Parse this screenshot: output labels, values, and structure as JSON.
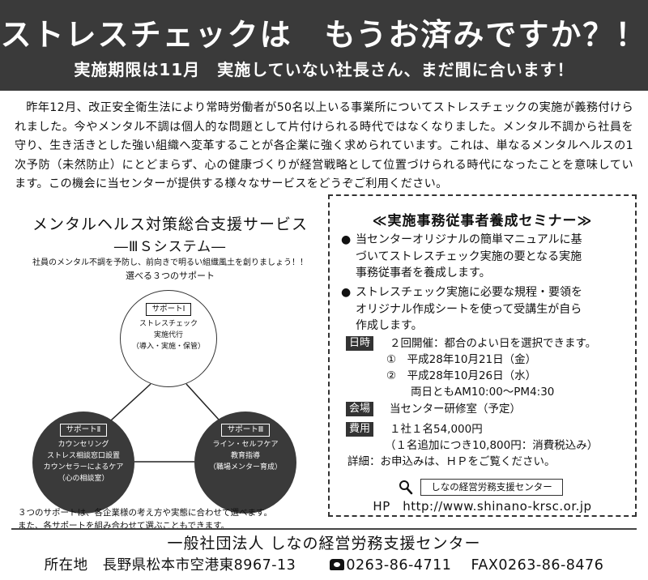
{
  "banner": {
    "headline": "ストレスチェックは　もうお済みですか？！",
    "subhead": "実施期限は11月　実施していない社長さん、まだ間に合います！"
  },
  "intro": "昨年12月、改正安全衛生法により常時労働者が50名以上いる事業所についてストレスチェックの実施が義務付けられました。今やメンタル不調は個人的な問題として片付けられる時代ではなくなりました。メンタル不調から社員を守り、生き活きとした強い組織へ変革することが各企業に強く求められています。これは、単なるメンタルヘルスの1次予防（未然防止）にとどまらず、心の健康づくりが経営戦略として位置づけられる時代になったことを意味しています。この機会に当センターが提供する様々なサービスをどうぞご利用ください。",
  "services": {
    "title": "メンタルヘルス対策総合支援サービス",
    "subtitle": "―ⅢＳシステム―",
    "tagline": "社員のメンタル不調を予防し、前向きで明るい組織風土を創りましょう！！",
    "choose": "選べる３つのサポート",
    "supports": [
      {
        "tag": "サポートⅠ",
        "lines": [
          "ストレスチェック",
          "実施代行",
          "（導入・実施・保管）"
        ]
      },
      {
        "tag": "サポートⅡ",
        "lines": [
          "カウンセリング",
          "ストレス相談窓口設置",
          "カウンセラーによるケア",
          "（心の相談室）"
        ]
      },
      {
        "tag": "サポートⅢ",
        "lines": [
          "ライン・セルフケア",
          "教育指導",
          "（職場メンター育成）"
        ]
      }
    ],
    "note": [
      "３つのサポートは、各企業様の考え方や実態に合わせて選べます。",
      "また、各サポートを組み合わせて選ぶこともできます。"
    ]
  },
  "seminar": {
    "title": "≪実施事務従事者養成セミナー≫",
    "bullet_mark": "●",
    "bullets": [
      [
        "当センターオリジナルの簡単マニュアルに基",
        "づいてストレスチェック実施の要となる実施",
        "事務従事者を養成します。"
      ],
      [
        "ストレスチェック実施に必要な規程・要領を",
        "オリジナル作成シートを使って受講生が自ら",
        "作成します。"
      ]
    ],
    "date_label": "日時",
    "date_lines": [
      "２回開催：都合のよい日を選択できます。",
      "①　平成28年10月21日（金）",
      "②　平成28年10月26日（水）",
      "両日ともAM10:00～PM4:30"
    ],
    "venue_label": "会場",
    "venue": "当センター研修室（予定）",
    "fee_label": "費用",
    "fee_lines": [
      "１社１名54,000円",
      "（１名追加につき10,800円：消費税込み）",
      "詳細：お申込みは、ＨＰをご覧ください。"
    ],
    "search_text": "しなの経営労務支援センター",
    "hp": "HP　http://www.shinano-krsc.or.jp"
  },
  "footer": {
    "org": "一般社団法人 しなの経営労務支援センター",
    "address": "所在地　長野県松本市空港東8967-13",
    "tel": "0263-86-4711",
    "fax": "FAX0263-86-8476"
  }
}
